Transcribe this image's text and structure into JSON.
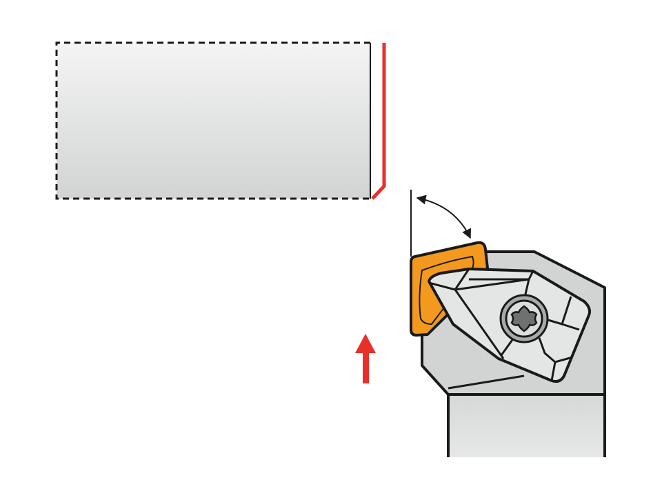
{
  "diagram": {
    "description_text": "",
    "colors": {
      "workpiece_fill_top": "#f2f2f2",
      "workpiece_fill_bottom": "#d4d6d6",
      "cut_surface": "#e8302a",
      "feed_arrow": "#e8302a",
      "insert": "#f39a1e",
      "tool_body": "#d2d4d4",
      "shank": "#dcdede",
      "clamp": "#e4e6e6",
      "outline": "#1a1a1a"
    },
    "elements": {
      "workpiece": "workpiece",
      "feed_direction": "up",
      "insert": "insert",
      "angle_indicator": "angle-arc"
    }
  }
}
